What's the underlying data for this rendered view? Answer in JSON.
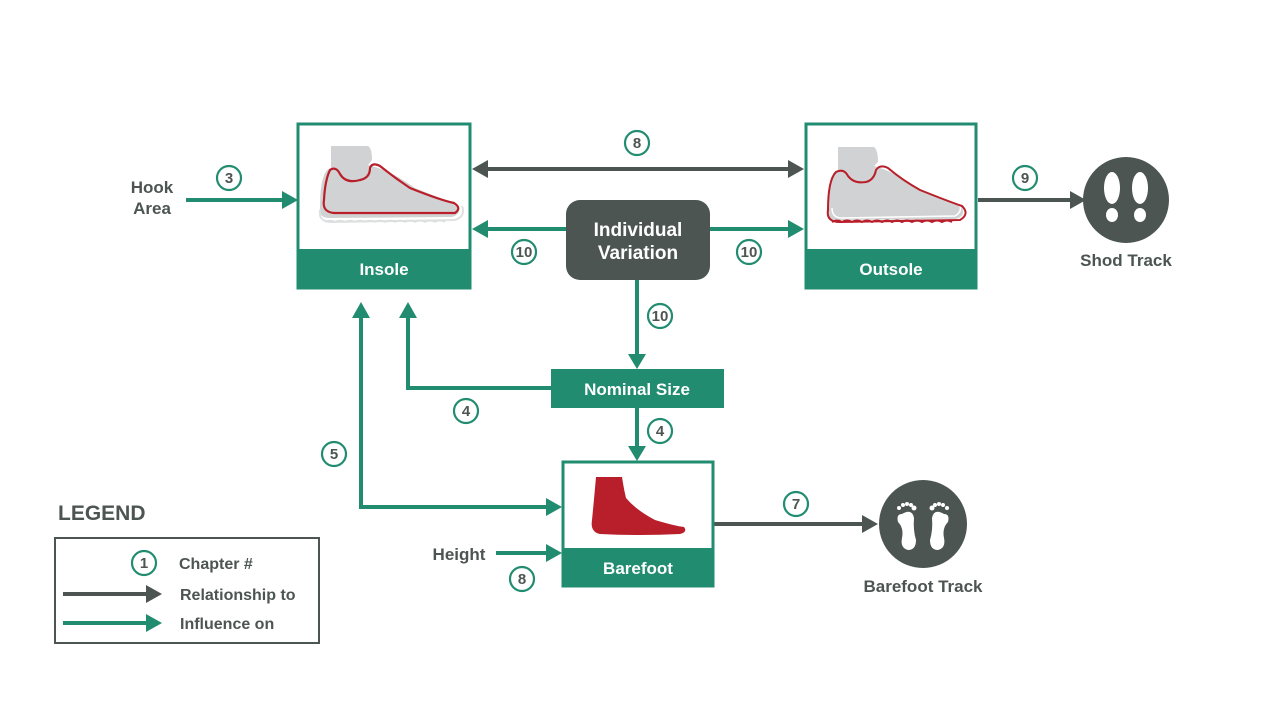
{
  "colors": {
    "green": "#228c70",
    "dark": "#4d5553",
    "red": "#b81f2a",
    "gray_fill": "#d1d2d3",
    "white": "#ffffff"
  },
  "nodes": {
    "insole": {
      "label": "Insole",
      "icon": "shoe-insole-icon"
    },
    "outsole": {
      "label": "Outsole",
      "icon": "shoe-outsole-icon"
    },
    "individual_variation": {
      "label_line1": "Individual",
      "label_line2": "Variation"
    },
    "nominal_size": {
      "label": "Nominal Size"
    },
    "barefoot": {
      "label": "Barefoot",
      "icon": "foot-icon"
    },
    "shod_track": {
      "label": "Shod Track",
      "icon": "shoe-prints-icon"
    },
    "barefoot_track": {
      "label": "Barefoot Track",
      "icon": "footprints-icon"
    }
  },
  "inputs": {
    "hook_area": {
      "line1": "Hook",
      "line2": "Area"
    },
    "height": {
      "label": "Height"
    }
  },
  "edges": [
    {
      "from": "Hook Area",
      "to": "Insole",
      "type": "influence",
      "chapter": "3"
    },
    {
      "from": "Insole",
      "to": "Outsole",
      "type": "relationship-bidirectional",
      "chapter": "8"
    },
    {
      "from": "Individual Variation",
      "to": "Insole",
      "type": "influence",
      "chapter": "10"
    },
    {
      "from": "Individual Variation",
      "to": "Outsole",
      "type": "influence",
      "chapter": "10"
    },
    {
      "from": "Individual Variation",
      "to": "Nominal Size",
      "type": "influence",
      "chapter": "10"
    },
    {
      "from": "Outsole",
      "to": "Shod Track",
      "type": "relationship",
      "chapter": "9"
    },
    {
      "from": "Nominal Size",
      "to": "Insole",
      "type": "influence",
      "chapter": "4"
    },
    {
      "from": "Nominal Size",
      "to": "Barefoot",
      "type": "influence",
      "chapter": "4"
    },
    {
      "from": "Barefoot",
      "to": "Insole",
      "type": "influence-bidirectional",
      "chapter": "5"
    },
    {
      "from": "Height",
      "to": "Barefoot",
      "type": "influence",
      "chapter": "8"
    },
    {
      "from": "Barefoot",
      "to": "Barefoot Track",
      "type": "relationship",
      "chapter": "7"
    }
  ],
  "legend": {
    "title": "LEGEND",
    "items": [
      {
        "symbol": "1",
        "label": "Chapter #"
      },
      {
        "symbol": "dark-arrow",
        "label": "Relationship to"
      },
      {
        "symbol": "green-arrow",
        "label": "Influence on"
      }
    ]
  }
}
